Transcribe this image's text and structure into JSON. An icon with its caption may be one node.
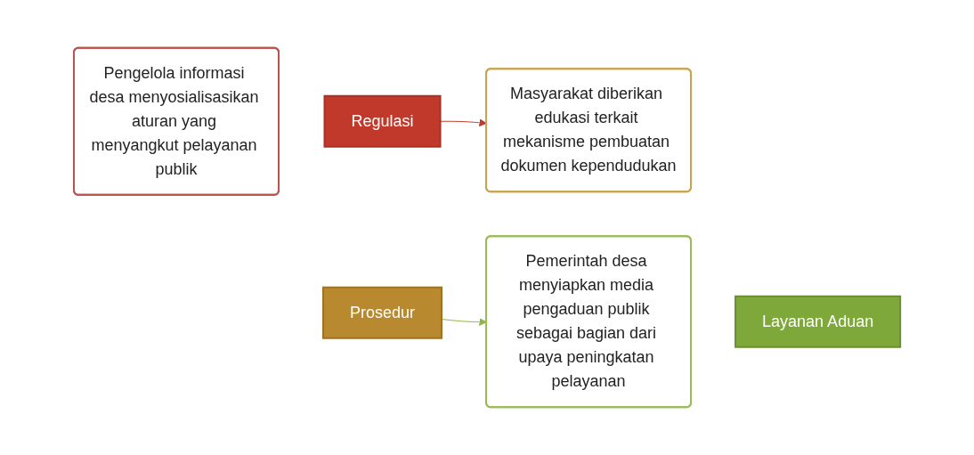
{
  "diagram": {
    "nodes": [
      {
        "text": [
          "Pengelola informasi desa menyosialisasikan aturan yang menyangkut pelayanan publik"
        ]
      },
      {
        "text": [
          "Regulasi"
        ]
      },
      {
        "text": [
          "Prosedur"
        ]
      },
      {
        "text": [
          "Masyarakat diberikan edukasi terkait mekanisme pembuatan dokumen kependudukan"
        ]
      },
      {
        "text": [
          "Pemerintah desa menyiapkan media pengaduan publik sebagai bagian dari upaya peningkatan pelayanan"
        ]
      },
      {
        "text": [
          "Layanan Aduan"
        ]
      }
    ],
    "edges": [
      {
        "from": 1,
        "to": 3,
        "arrow": "to",
        "color": "#c0392b"
      },
      {
        "from": 2,
        "to": 4,
        "arrow": "to",
        "color": "#8cb83c"
      }
    ]
  }
}
